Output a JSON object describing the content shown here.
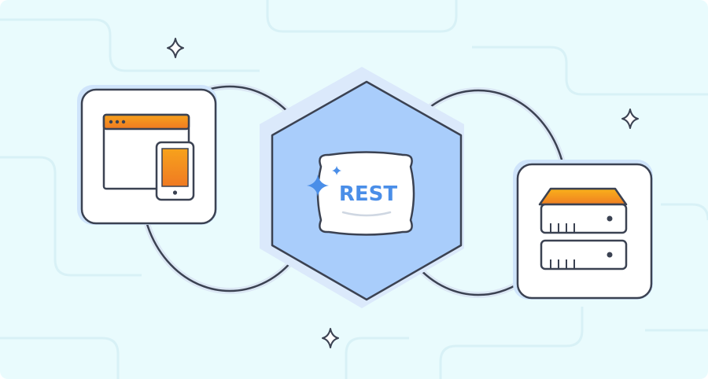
{
  "diagram": {
    "center_label": "REST",
    "nodes": [
      {
        "id": "client",
        "icon": "browser-and-phone-icon"
      },
      {
        "id": "api",
        "icon": "pillow-icon",
        "label": "REST"
      },
      {
        "id": "server",
        "icon": "server-rack-icon"
      }
    ],
    "colors": {
      "background": "#e9fbfd",
      "accent_blue": "#4a8ee8",
      "hex_fill": "#a9cdfb",
      "orange": "#f28a1e",
      "outline": "#3b4252"
    },
    "decorations": [
      "sparkle-icon",
      "sparkle-icon",
      "sparkle-icon"
    ]
  }
}
